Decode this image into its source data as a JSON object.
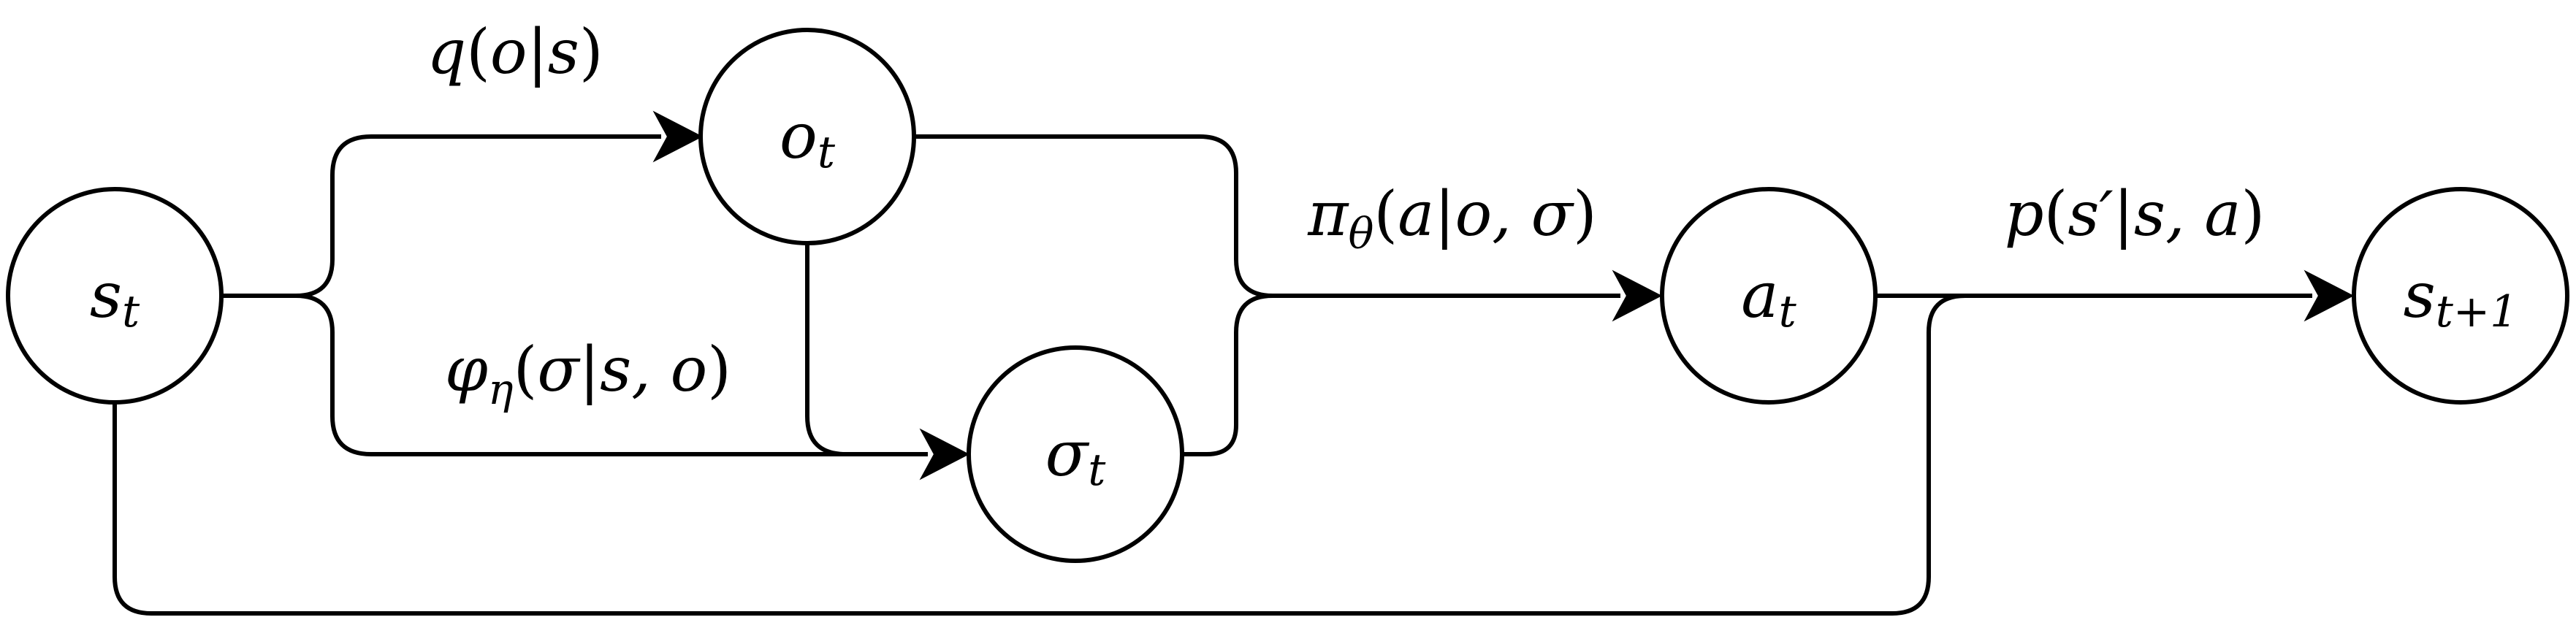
{
  "diagram": {
    "nodes": {
      "s_t": {
        "base": "s",
        "sub": "t"
      },
      "o_t": {
        "base": "o",
        "sub": "t"
      },
      "sigma_t": {
        "base": "σ",
        "sub": "t"
      },
      "a_t": {
        "base": "a",
        "sub": "t"
      },
      "s_t1": {
        "base": "s",
        "sub": "t+1"
      }
    },
    "edges": {
      "q": {
        "func": "q",
        "open": "(",
        "arg": "o",
        "bar": "|",
        "cond": "s",
        "close": ")"
      },
      "phi": {
        "func": "φ",
        "sub": "η",
        "open": "(",
        "arg": "σ",
        "bar": "|",
        "cond": "s, o",
        "close": ")"
      },
      "pi": {
        "func": "π",
        "sub": "θ",
        "open": "(",
        "arg": "a",
        "bar": "|",
        "cond": "o, σ",
        "close": ")"
      },
      "p": {
        "func": "p",
        "open": "(",
        "arg": "s′",
        "bar": "|",
        "cond": "s, a",
        "close": ")"
      }
    }
  }
}
